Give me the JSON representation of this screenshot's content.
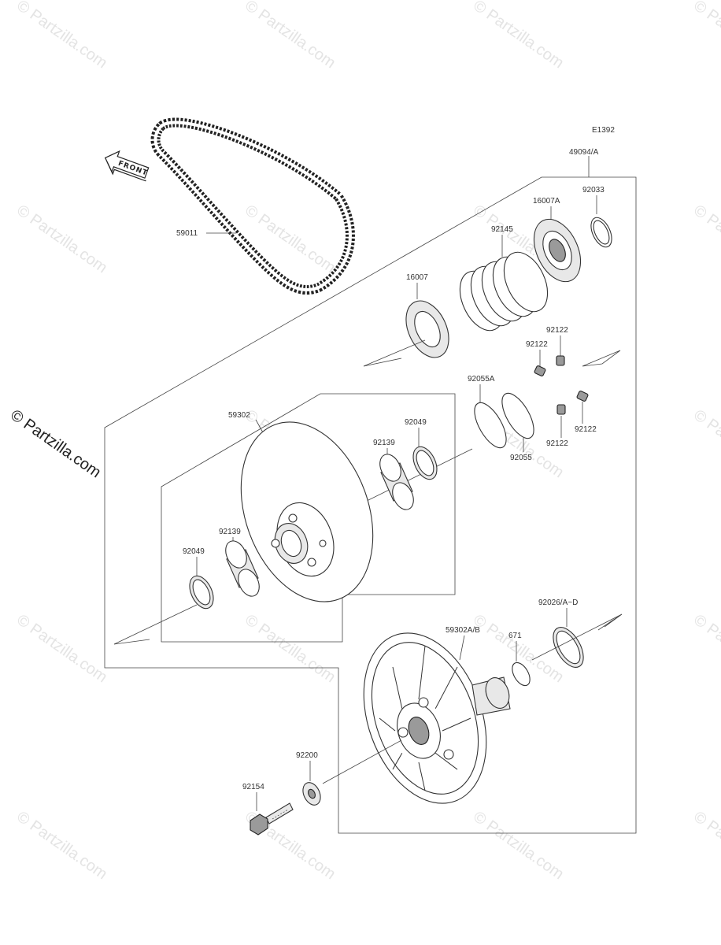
{
  "diagram": {
    "code": "E1392",
    "front_label": "FRONT",
    "colors": {
      "line": "#444444",
      "watermark": "#e4e4e4",
      "part_fill": "#e8e8e8"
    }
  },
  "labels": {
    "p49094": "49094/A",
    "p92033": "92033",
    "p16007A": "16007A",
    "p92145": "92145",
    "p16007": "16007",
    "p59011": "59011",
    "p92122a": "92122",
    "p92122b": "92122",
    "p92122c": "92122",
    "p92122d": "92122",
    "p92055A": "92055A",
    "p92055": "92055",
    "p59302": "59302",
    "p92049a": "92049",
    "p92139a": "92139",
    "p92139b": "92139",
    "p92049b": "92049",
    "p92026": "92026/A~D",
    "p59302AB": "59302A/B",
    "p671": "671",
    "p92200": "92200",
    "p92154": "92154"
  },
  "watermark": {
    "text": "© Partzilla.com",
    "main_text": "© Partzilla.com"
  }
}
